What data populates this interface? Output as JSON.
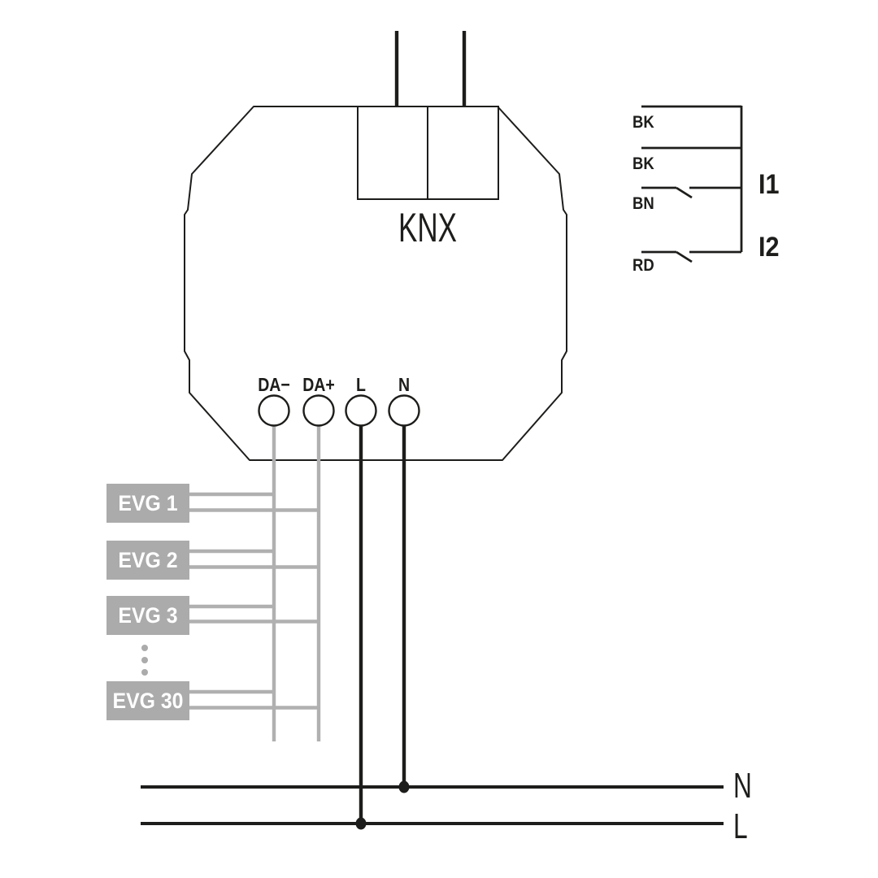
{
  "diagram": {
    "kind": "knx-dali-wiring-diagram",
    "device": {
      "bus_label": "KNX",
      "terminals": [
        {
          "id": "da-minus",
          "label": "DA−"
        },
        {
          "id": "da-plus",
          "label": "DA+"
        },
        {
          "id": "line",
          "label": "L"
        },
        {
          "id": "neutral",
          "label": "N"
        }
      ]
    },
    "binary_inputs": {
      "wires": [
        {
          "color_code": "BK",
          "has_switch": false
        },
        {
          "color_code": "BK",
          "has_switch": false
        },
        {
          "color_code": "BN",
          "has_switch": true
        },
        {
          "color_code": "RD",
          "has_switch": true
        }
      ],
      "channels": [
        {
          "label": "I1"
        },
        {
          "label": "I2"
        }
      ]
    },
    "ballasts": {
      "items": [
        {
          "label": "EVG 1"
        },
        {
          "label": "EVG 2"
        },
        {
          "label": "EVG 3"
        },
        {
          "label": "EVG 30"
        }
      ],
      "ellipsis_between": [
        "EVG 3",
        "EVG 30"
      ]
    },
    "mains": {
      "neutral_label": "N",
      "line_label": "L"
    },
    "colors": {
      "wire_black": "#1d1d1b",
      "wire_gray": "#b0b0b0",
      "ballast_box_gray": "#ababab",
      "ballast_text": "#ffffff",
      "background": "#ffffff"
    }
  }
}
